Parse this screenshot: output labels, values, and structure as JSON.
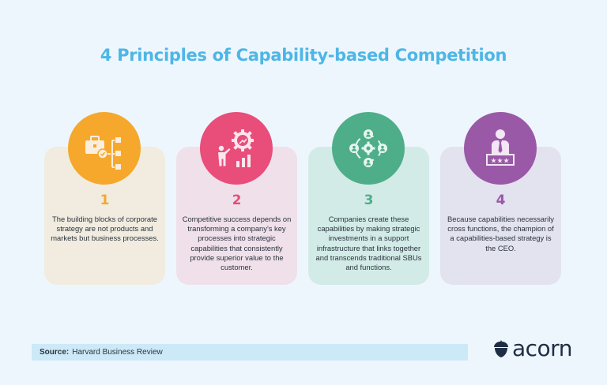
{
  "title": "4 Principles of Capability-based Competition",
  "principles": [
    {
      "number": "1",
      "icon": "briefcase-hierarchy-icon",
      "circle_color": "#f5a82c",
      "card_color": "#f1ecdf",
      "number_color": "#f5a82c",
      "text": "The building blocks of corporate strategy are not products and markets but business processes."
    },
    {
      "number": "2",
      "icon": "person-gear-growth-icon",
      "circle_color": "#e94d79",
      "card_color": "#efe0ea",
      "number_color": "#e94d79",
      "text": "Competitive success depends on transforming a company's key processes into strategic capabilities that consistently provide superior value to the customer."
    },
    {
      "number": "3",
      "icon": "network-people-gear-icon",
      "circle_color": "#4eae89",
      "card_color": "#d2ebe6",
      "number_color": "#4eae89",
      "text": "Companies create these capabilities by making strategic investments in a support infrastructure that links together and transcends traditional SBUs and functions."
    },
    {
      "number": "4",
      "icon": "ceo-podium-stars-icon",
      "circle_color": "#9a59a7",
      "card_color": "#e3e2ef",
      "number_color": "#9a59a7",
      "text": "Because capabilities necessarily cross functions, the champion of a capabilities-based strategy is the CEO."
    }
  ],
  "source": {
    "label": "Source:",
    "value": "Harvard Business Review"
  },
  "logo": {
    "icon": "acorn-icon",
    "text": "acorn",
    "color": "#1f2d44"
  }
}
